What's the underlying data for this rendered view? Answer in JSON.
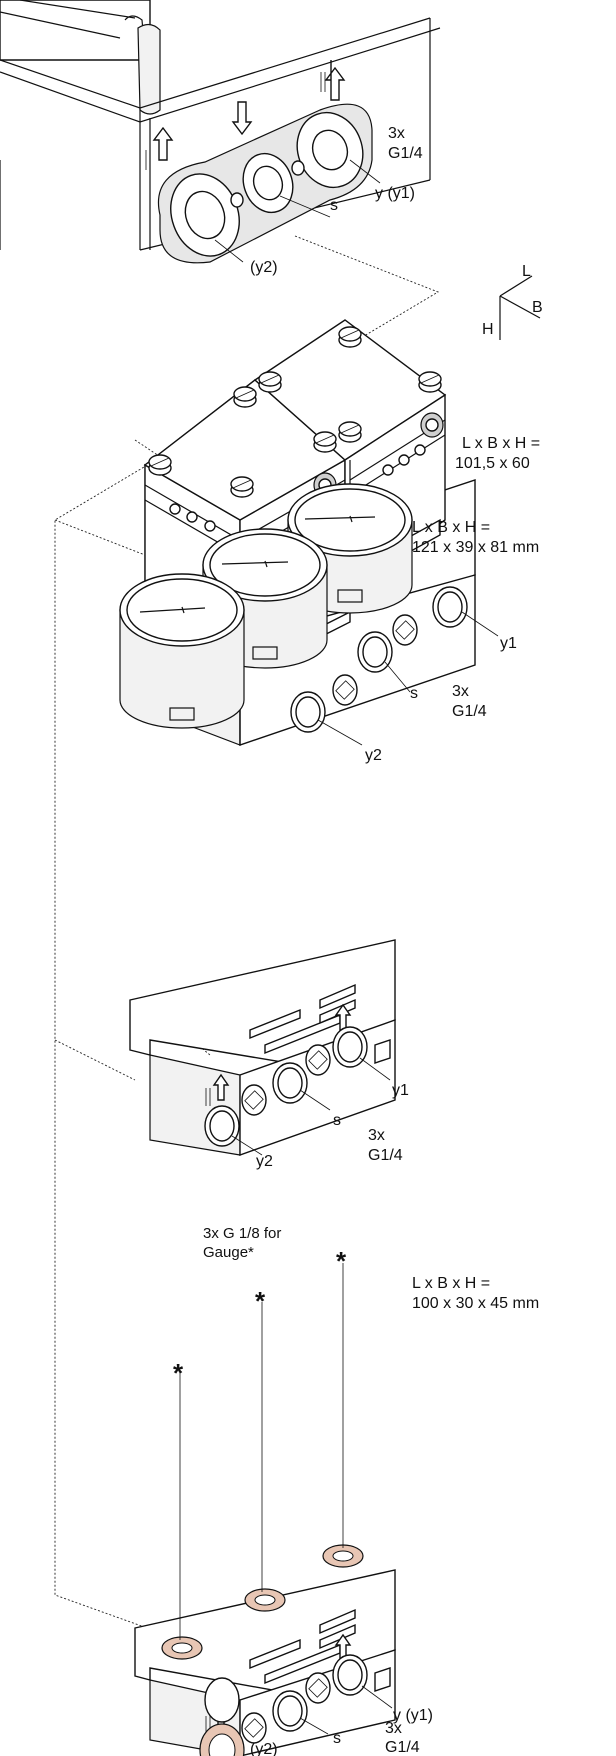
{
  "colors": {
    "ink": "#111111",
    "highlight": "#e8c6b4",
    "highlight_dark": "#c9a089",
    "shade": "#e7e7e7"
  },
  "top_assembly": {
    "ports_label": "3x\nG1/4",
    "ports_line1": "3x",
    "ports_line2": "G1/4",
    "label_y": "y (y1)",
    "label_s": "s",
    "label_y2": "(y2)"
  },
  "axes": {
    "L": "L",
    "B": "B",
    "H": "H"
  },
  "solenoid_block": {
    "dims_line1": "L x B x H =",
    "dims_line2": "101,5 x 60",
    "label_y1": "y1",
    "label_s": "s",
    "label_y2": "y2",
    "ports_line1": "3x",
    "ports_line2": "G1/4"
  },
  "gauge_block": {
    "dims_line1": "L x B x H =",
    "dims_line2": "121 x 39 x 81 mm",
    "label_y1": "y1",
    "label_s": "s",
    "label_y2": "y2",
    "ports_line1": "3x",
    "ports_line2": "G1/4"
  },
  "manifold_block": {
    "gauge_note_line1": "3x G 1/8  for",
    "gauge_note_line2": "Gauge*",
    "asterisk": "*",
    "dims_line1": "L x B x H =",
    "dims_line2": "100 x 30 x 45 mm",
    "label_y": "y (y1)",
    "label_s": "s",
    "label_y2": "(y2)",
    "ports_line1": "3x",
    "ports_line2": "G1/4"
  }
}
